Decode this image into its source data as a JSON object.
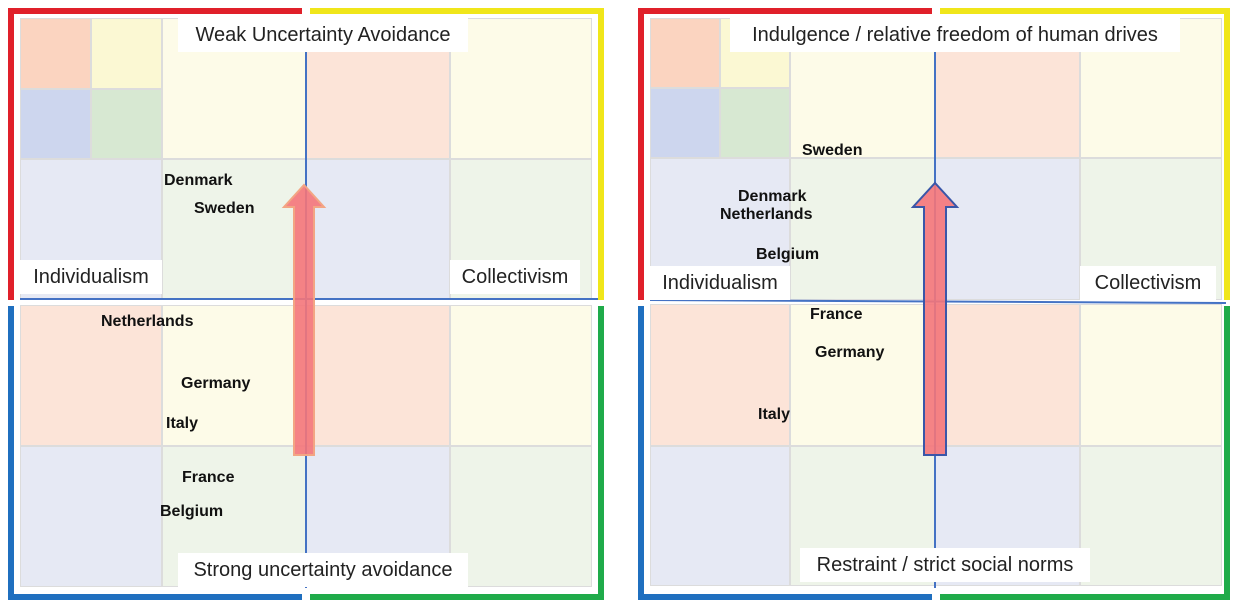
{
  "colors": {
    "red": "#e0202a",
    "yellow": "#f0e61a",
    "blue": "#1f6fbf",
    "green": "#1fab4a",
    "axis": "#4472c4",
    "arrow_fill": "#f4767a",
    "arrow_stroke_left": "#f3a583",
    "arrow_stroke_right": "#3a56a8"
  },
  "panels": [
    {
      "top_label": "Weak Uncertainty Avoidance",
      "bottom_label": "Strong uncertainty avoidance",
      "left_label": "Individualism",
      "right_label": "Collectivism",
      "countries": [
        "Denmark",
        "Sweden",
        "Netherlands",
        "Germany",
        "Italy",
        "France",
        "Belgium"
      ]
    },
    {
      "top_label": "Indulgence / relative freedom of human drives",
      "bottom_label": "Restraint / strict social norms",
      "left_label": "Individualism",
      "right_label": "Collectivism",
      "countries": [
        "Sweden",
        "Denmark",
        "Netherlands",
        "Belgium",
        "France",
        "Germany",
        "Italy"
      ]
    }
  ]
}
